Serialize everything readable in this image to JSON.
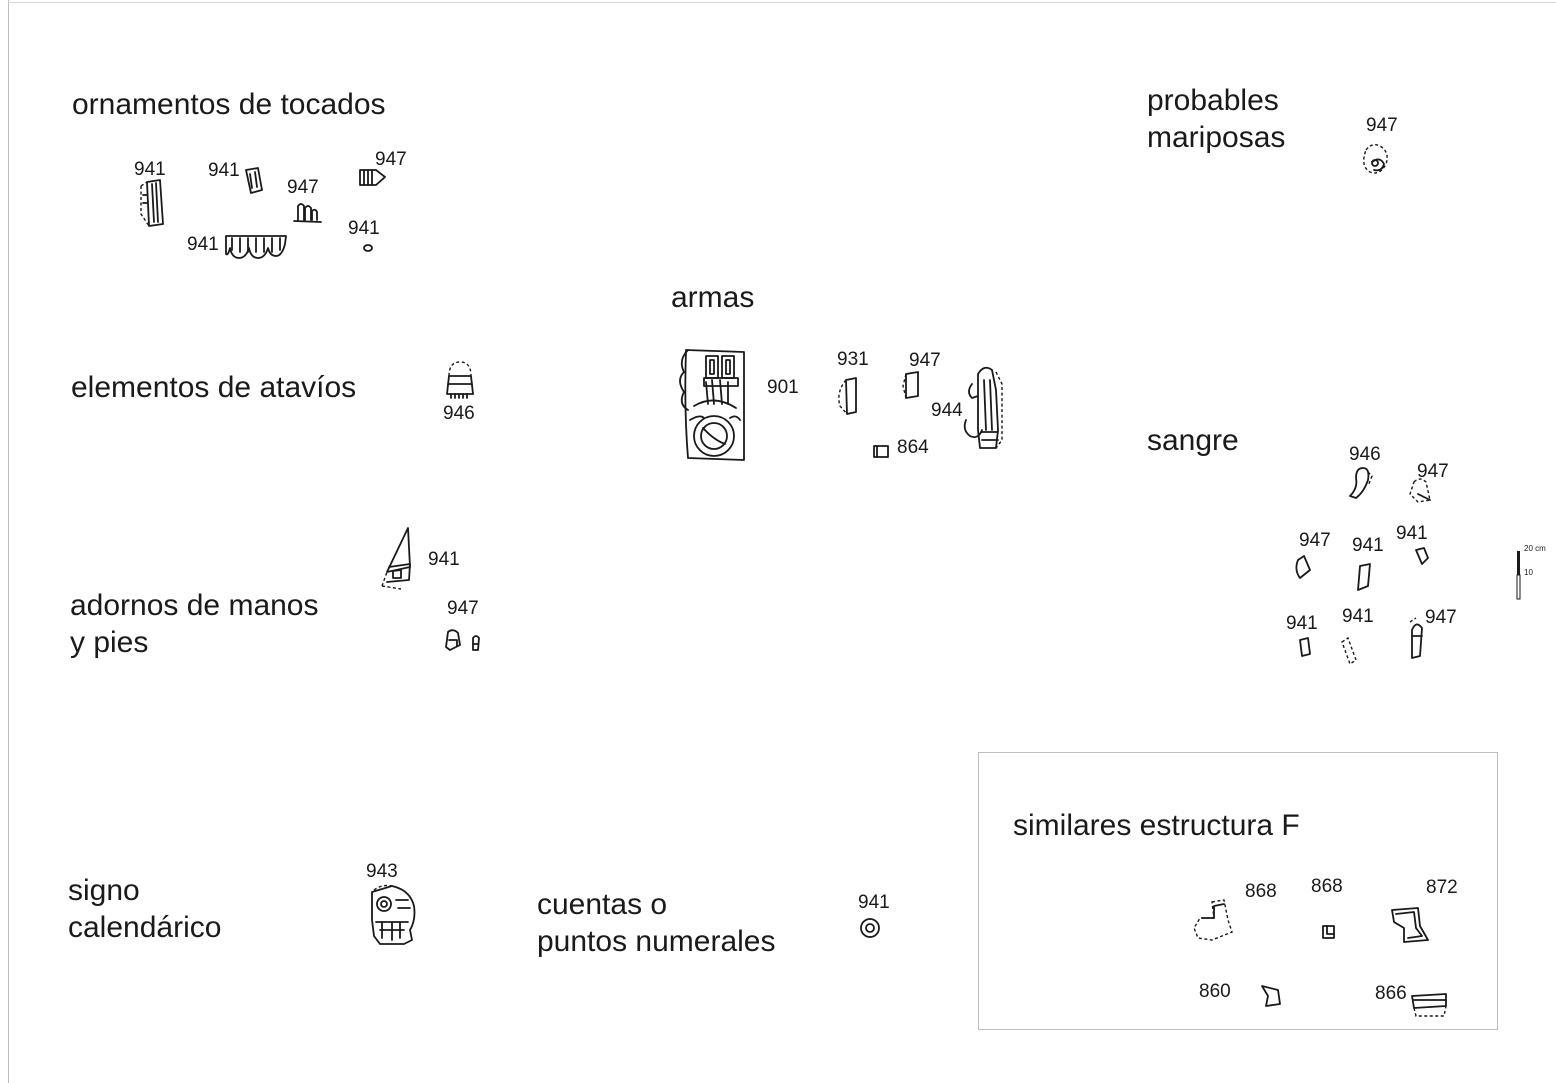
{
  "categories": {
    "tocados": {
      "line1": "ornamentos de tocados",
      "ids": [
        "941",
        "941",
        "947",
        "947",
        "941",
        "941"
      ]
    },
    "atavios": {
      "line1": "elementos de atavíos",
      "ids": [
        "946"
      ]
    },
    "manos": {
      "line1": "adornos de manos",
      "line2": "y pies",
      "ids": [
        "941",
        "947"
      ]
    },
    "calendarico": {
      "line1": "signo",
      "line2": "calendárico",
      "ids": [
        "943"
      ]
    },
    "cuentas": {
      "line1": "cuentas o",
      "line2": "puntos numerales",
      "ids": [
        "941"
      ]
    },
    "armas": {
      "line1": "armas",
      "ids": [
        "901",
        "931",
        "947",
        "944",
        "864"
      ]
    },
    "mariposas": {
      "line1": "probables",
      "line2": "mariposas",
      "ids": [
        "947"
      ]
    },
    "sangre": {
      "line1": "sangre",
      "ids": [
        "946",
        "947",
        "947",
        "941",
        "941",
        "941",
        "941",
        "947"
      ]
    },
    "estructura_f": {
      "line1": "similares estructura F",
      "ids": [
        "868",
        "868",
        "872",
        "860",
        "866"
      ]
    }
  },
  "scale": {
    "top": "20 cm",
    "mid": "10"
  }
}
